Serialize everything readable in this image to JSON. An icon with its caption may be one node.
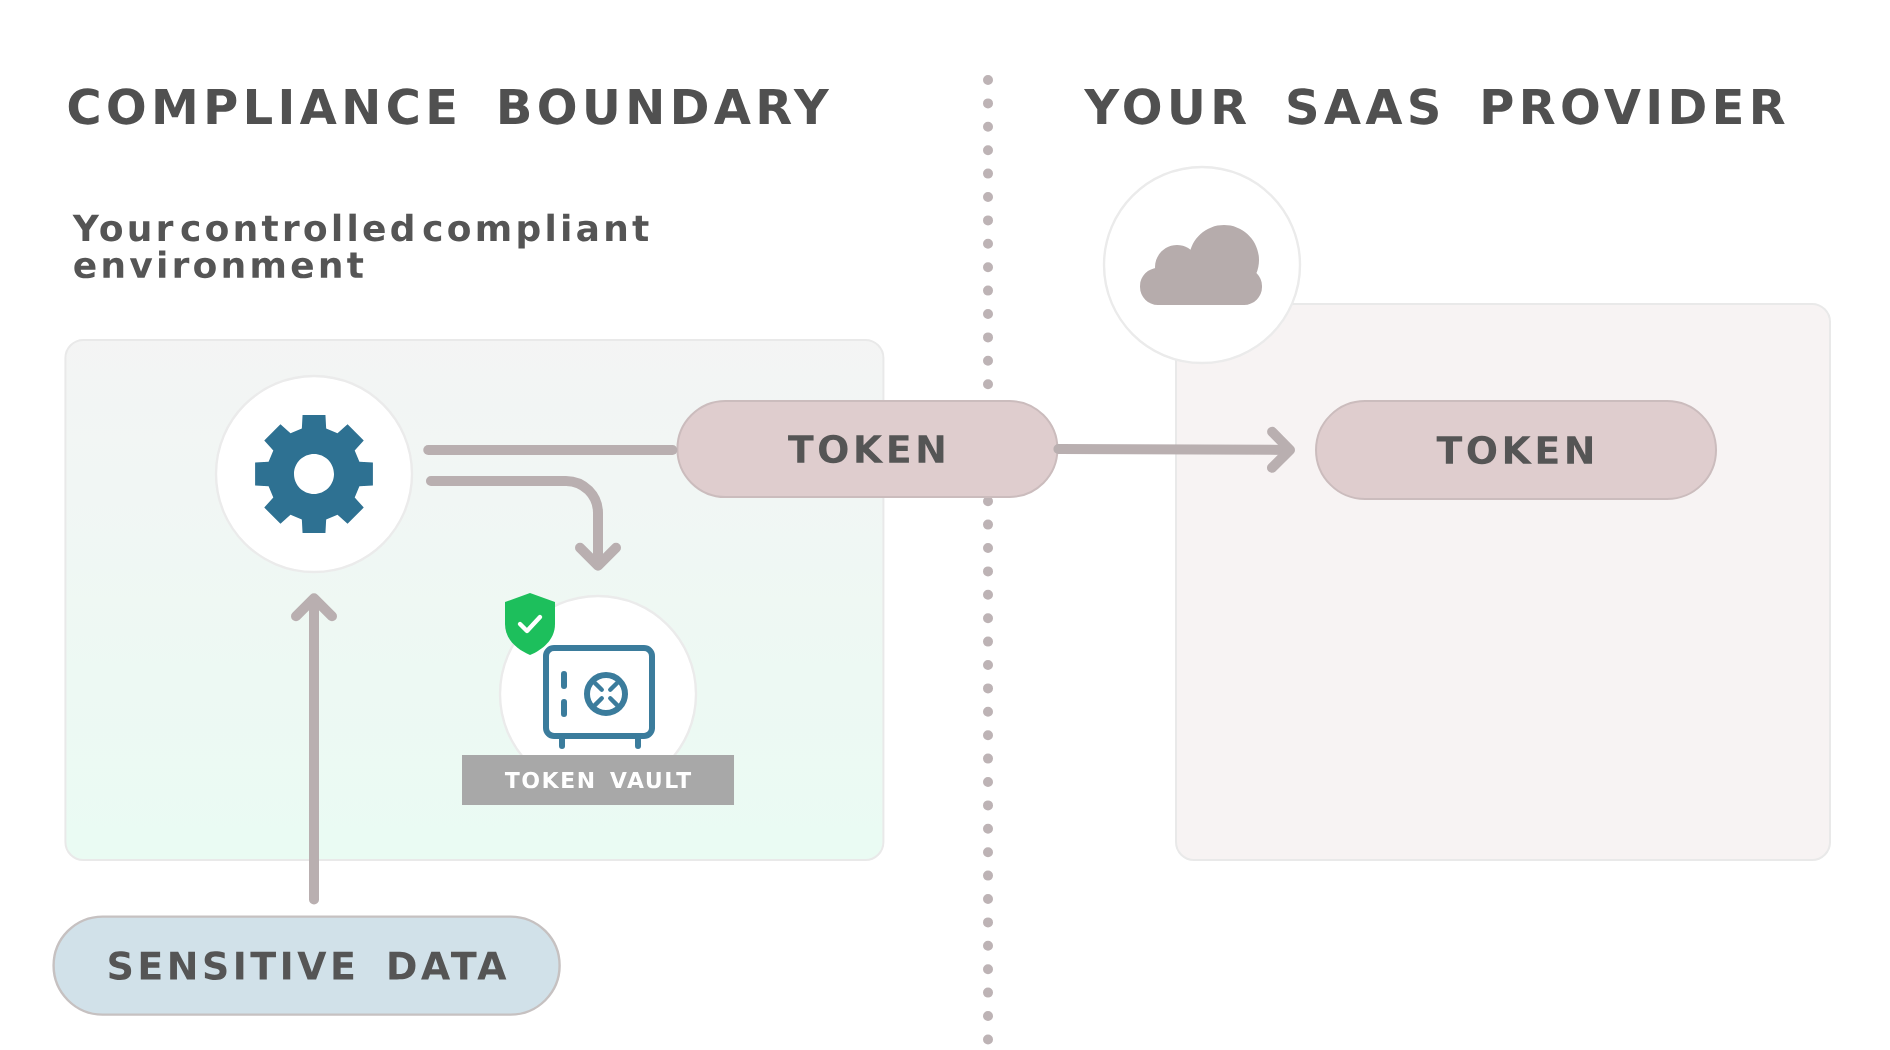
{
  "diagram": {
    "nodes": [
      {
        "text": [
          "Your controlled compliant environment"
        ]
      },
      {
        "text": [],
        "shape": "circle",
        "in": 0
      },
      {
        "text": [
          "TOKEN"
        ]
      },
      {
        "text": [
          "TOKEN VAULT"
        ],
        "in": 0
      },
      {
        "text": [
          "SENSITIVE DATA"
        ]
      },
      {
        "text": [],
        "shape": "circle"
      },
      {
        "text": [],
        "shape": "box"
      },
      {
        "text": [
          "TOKEN"
        ],
        "in": 6
      }
    ],
    "edges": [
      {
        "from": 1,
        "to": 2,
        "arrow": "none"
      },
      {
        "from": 1,
        "to": 3,
        "arrow": "to"
      },
      {
        "from": 4,
        "to": 1,
        "arrow": "to"
      },
      {
        "from": 2,
        "to": 7,
        "arrow": "to"
      }
    ],
    "labels": [
      "COMPLIANCE BOUNDARY",
      "YOUR SAAS PROVIDER"
    ]
  }
}
